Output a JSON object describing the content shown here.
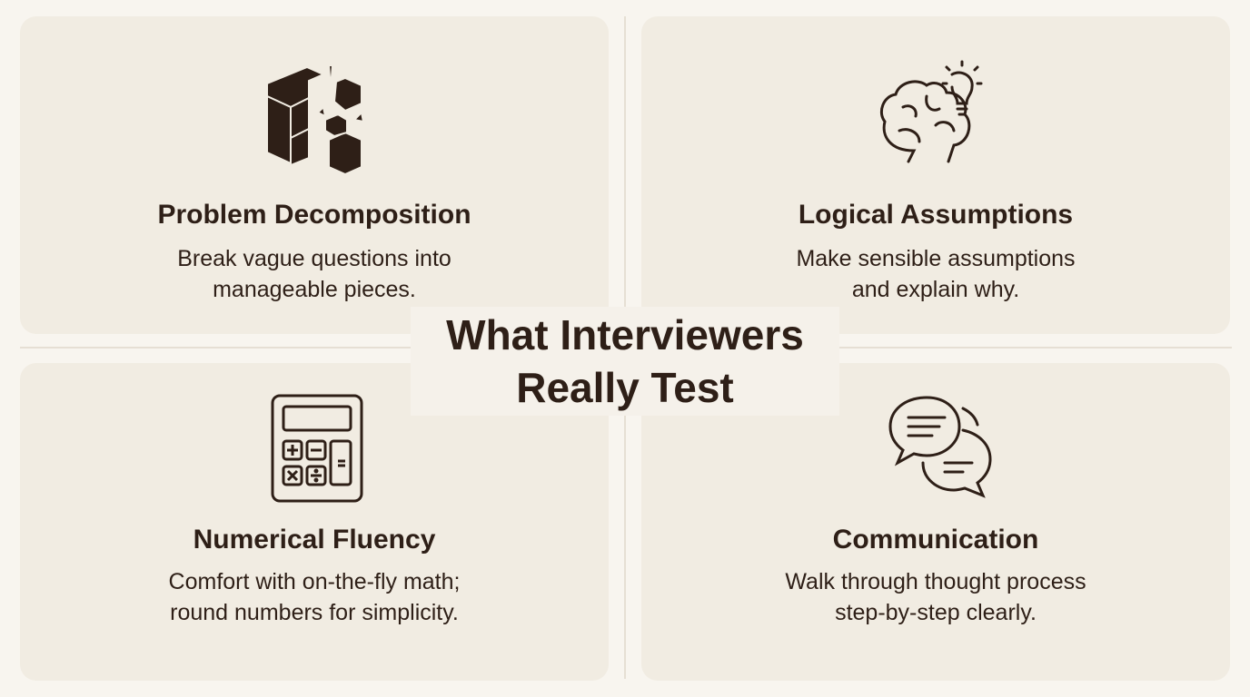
{
  "title": "What Interviewers\nReally Test",
  "colors": {
    "background": "#f8f5ef",
    "card": "#f1ece2",
    "text": "#2e1f17"
  },
  "cards": [
    {
      "icon": "broken-cubes-icon",
      "title": "Problem Decomposition",
      "description": "Break vague questions into\nmanageable pieces."
    },
    {
      "icon": "brain-lightbulb-icon",
      "title": "Logical Assumptions",
      "description": "Make sensible assumptions\nand explain why."
    },
    {
      "icon": "calculator-icon",
      "title": "Numerical Fluency",
      "description": "Comfort with on-the-fly math;\nround numbers for simplicity."
    },
    {
      "icon": "speech-bubbles-icon",
      "title": "Communication",
      "description": "Walk through thought process\nstep-by-step clearly."
    }
  ]
}
